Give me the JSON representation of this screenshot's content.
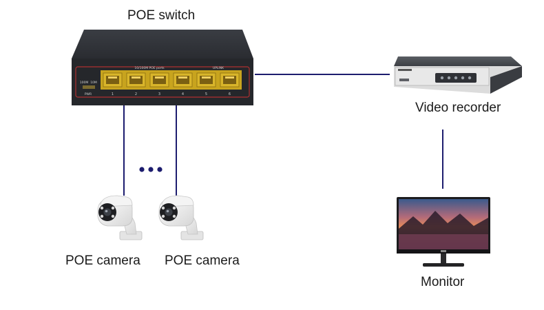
{
  "labels": {
    "switch": "POE switch",
    "recorder": "Video recorder",
    "camera_1": "POE camera",
    "camera_2": "POE camera",
    "monitor": "Monitor",
    "ellipsis": "•••"
  },
  "switch_panel": {
    "ports_header": "10/100M POE ports",
    "uplink_header": "UPLINK",
    "speed_labels": [
      "100M",
      "10M"
    ],
    "pwr_label": "PWR",
    "port_numbers": [
      "1",
      "2",
      "3",
      "4",
      "5",
      "6"
    ]
  },
  "colors": {
    "link_line": "#1c1c6e",
    "switch_body": "#2b2e33",
    "port_accent": "#c8a41e",
    "panel_trim": "#b03030"
  }
}
